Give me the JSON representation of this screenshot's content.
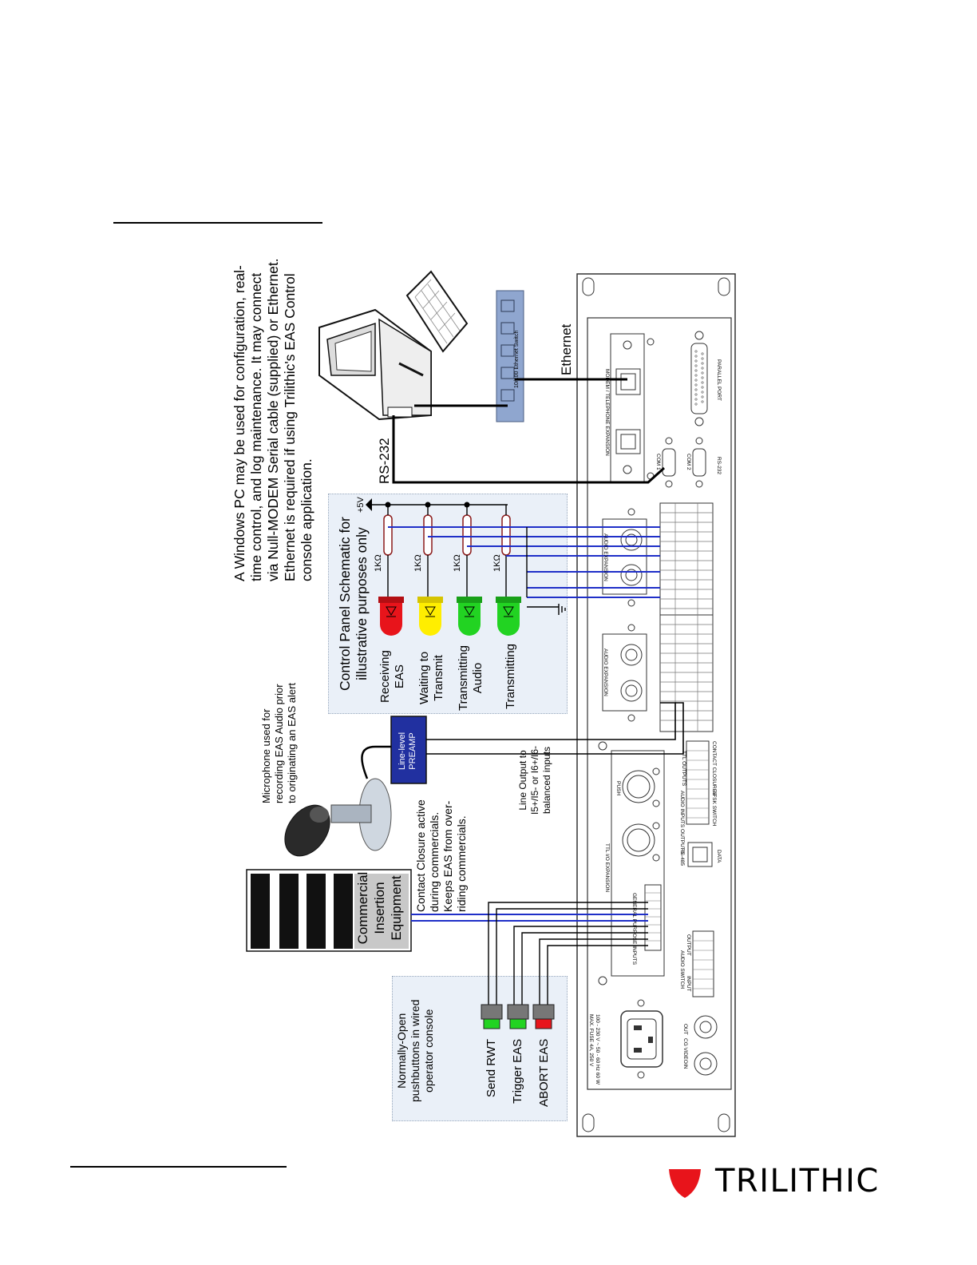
{
  "intro_text": [
    "A Windows PC may be used for configuration, real-",
    "time control, and log maintenance. It may connect",
    "via Null-MODEM Serial cable (supplied) or Ethernet.",
    "Ethernet is required if using Trilithic's EAS Control",
    "console application."
  ],
  "microphone_text": [
    "Microphone used for",
    "recording EAS Audio prior",
    "to originating an EAS alert"
  ],
  "control_panel_title": [
    "Control Panel Schematic for",
    "illustrative purposes only"
  ],
  "leds": [
    {
      "label_lines": [
        "Receiving",
        "EAS"
      ],
      "resistor": "1KΩ",
      "color": "#e8141b"
    },
    {
      "label_lines": [
        "Waiting to",
        "Transmit"
      ],
      "resistor": "1KΩ",
      "color": "#ffee00"
    },
    {
      "label_lines": [
        "Transmitting",
        "Audio"
      ],
      "resistor": "1KΩ",
      "color": "#22d322"
    },
    {
      "label_lines": [
        "Transmitting"
      ],
      "resistor": "1KΩ",
      "color": "#22d322"
    }
  ],
  "supply_label": "+5V",
  "rs232_label": "RS-232",
  "ethernet_label": "Ethernet",
  "switch_label": "10/100 Ethernet Switch",
  "preamp_label": [
    "Line-level",
    "PREAMP"
  ],
  "commercial_label": [
    "Commercial",
    "Insertion",
    "Equipment"
  ],
  "contact_text": [
    "Contact Closure active",
    "during commercials.",
    "Keeps EAS from over-",
    "riding commercials."
  ],
  "line_output_text": [
    "Line Output to",
    "I5+/I5- or I6+/I6-",
    "balanced inputs"
  ],
  "pushbutton_text": [
    "Normally-Open",
    "pushbuttons in wired",
    "operator console"
  ],
  "buttons": [
    {
      "label": "Send RWT",
      "color": "#22d322"
    },
    {
      "label": "Trigger EAS",
      "color": "#22d322"
    },
    {
      "label": "ABORT EAS",
      "color": "#e8141b"
    }
  ],
  "device_labels": {
    "modem": "MODEM / TELEPHONE EXPANSION",
    "parallel": "PARALLEL PORT",
    "com1": "COM 1",
    "com2": "COM 2",
    "rs232_port": "RS-232",
    "audio_exp_a": "AUDIO EXPANSION",
    "audio_exp_b": "AUDIO EXPANSION",
    "ttl_io": "TTL I/O EXPANSION",
    "gp_inputs": "GENERAL PURPOSE INPUTS",
    "rs485": "RS-485",
    "data": "DATA",
    "afsk": "AFSK SWITCH",
    "audio_io": "AUDIO INPUTS OUTPUTS",
    "ttl_outputs": "TTL OUTPUTS",
    "contact_closures": "CONTACT CLOSURES",
    "audio_switch": "AUDIO SWITCH",
    "input": "INPUT",
    "output": "OUTPUT",
    "push": "PUSH",
    "power": "100 - 230 V ~  50 - 60 Hz  60 W MAX.  FUSE 4A, 250 V",
    "cg_video": "CG VIDEO",
    "in": "IN",
    "out": "OUT"
  },
  "logo_text": "TRILITHIC",
  "colors": {
    "blue_wire": "#1f2fc8",
    "preamp_fill": "#2130a0",
    "logo_red": "#e8141b",
    "panel_fill": "#eaf0f8",
    "switch_fill": "#8fa6cf"
  }
}
